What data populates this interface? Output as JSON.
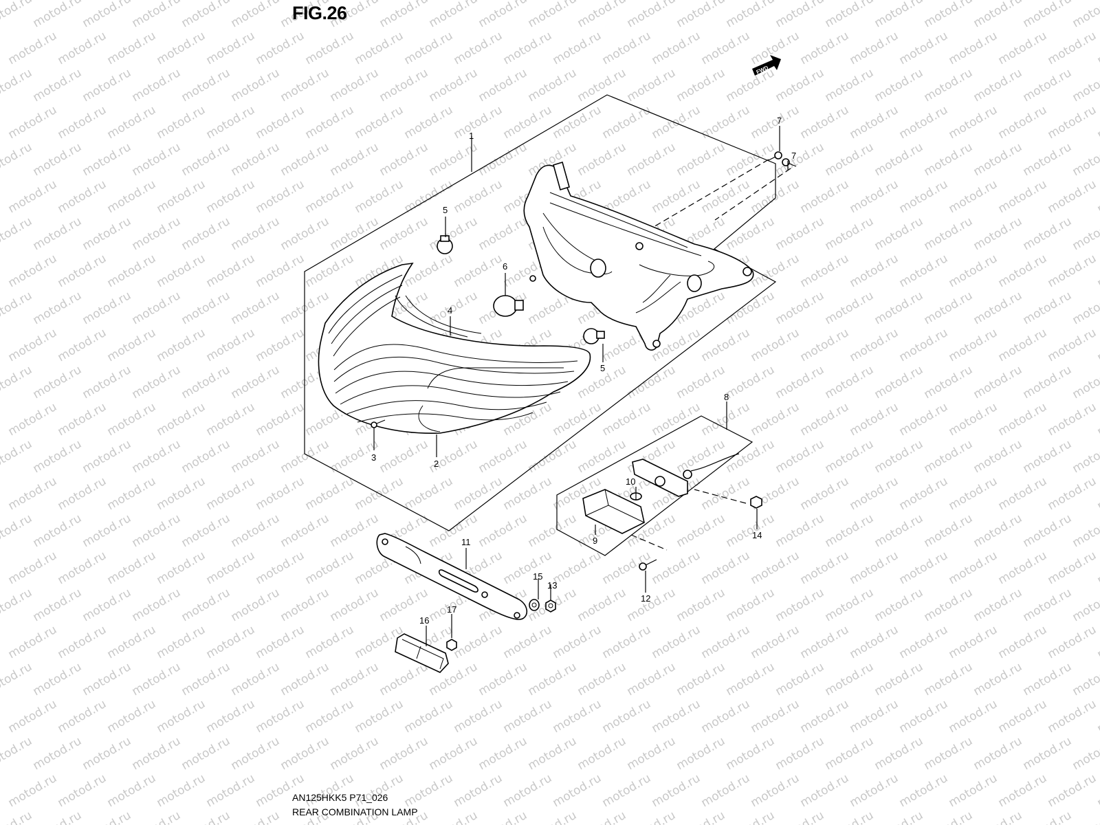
{
  "figure": {
    "title": "FIG.26",
    "model_code": "AN125HKK5 P71_026",
    "assembly_name": "REAR COMBINATION LAMP"
  },
  "watermark": {
    "text": "motod.ru",
    "color": "#c8c8c8"
  },
  "fwd_arrow": {
    "label": "FWD"
  },
  "callouts": {
    "c1": "1",
    "c2": "2",
    "c3": "3",
    "c4": "4",
    "c5a": "5",
    "c5b": "5",
    "c6": "6",
    "c7a": "7",
    "c7b": "7",
    "c8": "8",
    "c9": "9",
    "c10": "10",
    "c11": "11",
    "c12": "12",
    "c13": "13",
    "c14": "14",
    "c15": "15",
    "c16": "16",
    "c17": "17"
  }
}
